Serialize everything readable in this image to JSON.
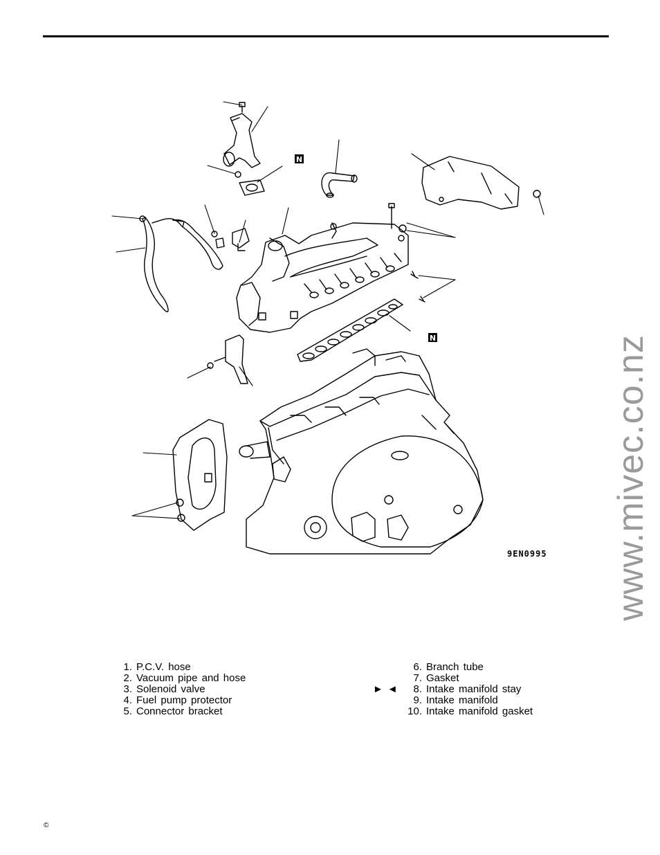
{
  "figure": {
    "code": "9EN0995",
    "symbols": [
      "N",
      "N"
    ]
  },
  "watermark": "www.mivec.co.nz",
  "legend": {
    "left": [
      {
        "num": "1.",
        "label": "P.C.V.  hose"
      },
      {
        "num": "2.",
        "label": "Vacuum  pipe  and  hose"
      },
      {
        "num": "3.",
        "label": "Solenoid  valve"
      },
      {
        "num": "4.",
        "label": "Fuel  pump  protector"
      },
      {
        "num": "5.",
        "label": "Connector  bracket"
      }
    ],
    "right": [
      {
        "num": "6.",
        "label": "Branch  tube"
      },
      {
        "num": "7.",
        "label": "Gasket"
      },
      {
        "num": "8.",
        "label": "Intake  manifold  stay"
      },
      {
        "num": "9.",
        "label": "Intake  manifold"
      },
      {
        "num": "10.",
        "label": "Intake  manifold  gasket"
      }
    ],
    "marker": "►◄"
  },
  "footer": {
    "copyright": "©"
  },
  "colors": {
    "ink": "#000000",
    "watermark": "#9a9a9a"
  }
}
